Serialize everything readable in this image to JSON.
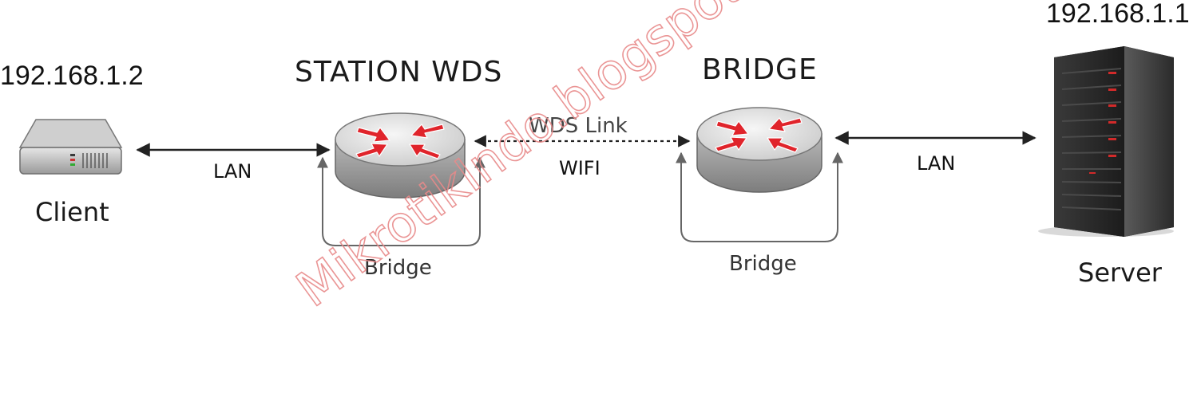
{
  "client": {
    "ip": "192.168.1.2",
    "label": "Client",
    "icon": "client-box-icon"
  },
  "station": {
    "title": "STATION WDS",
    "icon": "router-icon",
    "loop_label": "Bridge"
  },
  "bridge": {
    "title": "BRIDGE",
    "icon": "router-icon",
    "loop_label": "Bridge"
  },
  "server": {
    "ip": "192.168.1.1",
    "label": "Server",
    "icon": "server-tower-icon"
  },
  "links": {
    "client_station": "LAN",
    "wds_top": "WDS Link",
    "wds_bottom": "WIFI",
    "bridge_server": "LAN"
  },
  "watermark": "MikrotikIndo.blogspot.com",
  "colors": {
    "router_arrow": "#e0242b",
    "router_body": "#c8c8c8",
    "watermark": "#e88a8a",
    "server_led": "#d22a2a"
  }
}
